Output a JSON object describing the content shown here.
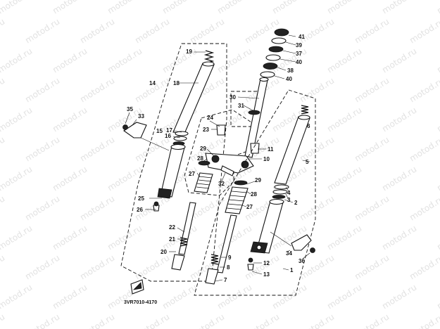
{
  "watermark": {
    "text": "motod.ru"
  },
  "diagram": {
    "code": "3VR7010-4170",
    "callouts": [
      {
        "id": "c1",
        "label": "1"
      },
      {
        "id": "c2",
        "label": "2"
      },
      {
        "id": "c3",
        "label": "3"
      },
      {
        "id": "c4",
        "label": "4"
      },
      {
        "id": "c5",
        "label": "5"
      },
      {
        "id": "c6",
        "label": "6"
      },
      {
        "id": "c7",
        "label": "7"
      },
      {
        "id": "c8",
        "label": "8"
      },
      {
        "id": "c9",
        "label": "9"
      },
      {
        "id": "c10",
        "label": "10"
      },
      {
        "id": "c11",
        "label": "11"
      },
      {
        "id": "c12",
        "label": "12"
      },
      {
        "id": "c13",
        "label": "13"
      },
      {
        "id": "c14",
        "label": "14"
      },
      {
        "id": "c15",
        "label": "15"
      },
      {
        "id": "c16",
        "label": "16"
      },
      {
        "id": "c17",
        "label": "17"
      },
      {
        "id": "c18",
        "label": "18"
      },
      {
        "id": "c19",
        "label": "19"
      },
      {
        "id": "c20",
        "label": "20"
      },
      {
        "id": "c21",
        "label": "21"
      },
      {
        "id": "c22",
        "label": "22"
      },
      {
        "id": "c23",
        "label": "23"
      },
      {
        "id": "c24",
        "label": "24"
      },
      {
        "id": "c25",
        "label": "25"
      },
      {
        "id": "c26",
        "label": "26"
      },
      {
        "id": "c27a",
        "label": "27"
      },
      {
        "id": "c27b",
        "label": "27"
      },
      {
        "id": "c28a",
        "label": "28"
      },
      {
        "id": "c28b",
        "label": "28"
      },
      {
        "id": "c29a",
        "label": "29"
      },
      {
        "id": "c29b",
        "label": "29"
      },
      {
        "id": "c30",
        "label": "30"
      },
      {
        "id": "c31",
        "label": "31"
      },
      {
        "id": "c32",
        "label": "32"
      },
      {
        "id": "c33",
        "label": "33"
      },
      {
        "id": "c34",
        "label": "34"
      },
      {
        "id": "c35",
        "label": "35"
      },
      {
        "id": "c36",
        "label": "36"
      },
      {
        "id": "c37",
        "label": "37"
      },
      {
        "id": "c38",
        "label": "38"
      },
      {
        "id": "c39",
        "label": "39"
      },
      {
        "id": "c40a",
        "label": "40"
      },
      {
        "id": "c40b",
        "label": "40"
      },
      {
        "id": "c41",
        "label": "41"
      }
    ]
  }
}
